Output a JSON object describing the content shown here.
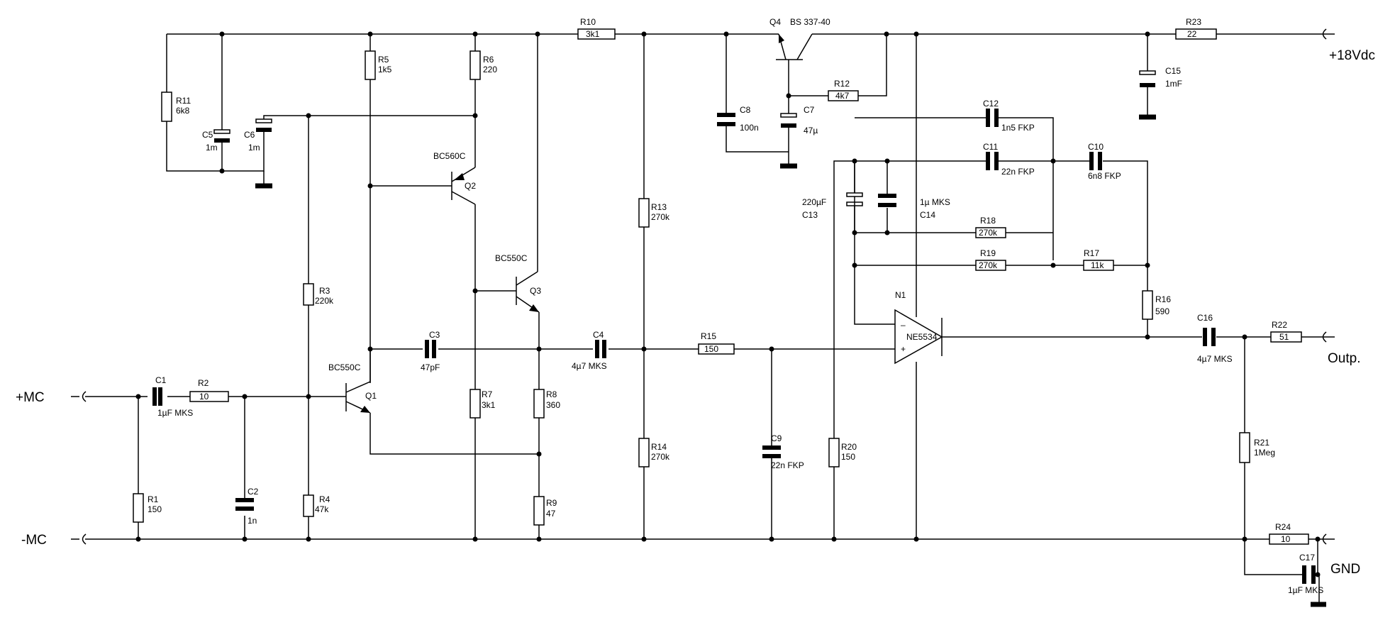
{
  "terminals": {
    "plus_mc": "+MC",
    "minus_mc": "-MC",
    "supply": "+18Vdc",
    "output": "Outp.",
    "gnd": "GND"
  },
  "components": {
    "R1": {
      "ref": "R1",
      "value": "150"
    },
    "R2": {
      "ref": "R2",
      "value": "10"
    },
    "R3": {
      "ref": "R3",
      "value": "220k"
    },
    "R4": {
      "ref": "R4",
      "value": "47k"
    },
    "R5": {
      "ref": "R5",
      "value": "1k5"
    },
    "R6": {
      "ref": "R6",
      "value": "220"
    },
    "R7": {
      "ref": "R7",
      "value": "3k1"
    },
    "R8": {
      "ref": "R8",
      "value": "360"
    },
    "R9": {
      "ref": "R9",
      "value": "47"
    },
    "R10": {
      "ref": "R10",
      "value": "3k1"
    },
    "R11": {
      "ref": "R11",
      "value": "6k8"
    },
    "R12": {
      "ref": "R12",
      "value": "4k7"
    },
    "R13": {
      "ref": "R13",
      "value": "270k"
    },
    "R14": {
      "ref": "R14",
      "value": "270k"
    },
    "R15": {
      "ref": "R15",
      "value": "150"
    },
    "R16": {
      "ref": "R16",
      "value": "590"
    },
    "R17": {
      "ref": "R17",
      "value": "11k"
    },
    "R18": {
      "ref": "R18",
      "value": "270k"
    },
    "R19": {
      "ref": "R19",
      "value": "270k"
    },
    "R20": {
      "ref": "R20",
      "value": "150"
    },
    "R21": {
      "ref": "R21",
      "value": "1Meg"
    },
    "R22": {
      "ref": "R22",
      "value": "51"
    },
    "R23": {
      "ref": "R23",
      "value": "22"
    },
    "R24": {
      "ref": "R24",
      "value": "10"
    },
    "C1": {
      "ref": "C1",
      "value": "1µF MKS"
    },
    "C2": {
      "ref": "C2",
      "value": "1n"
    },
    "C3": {
      "ref": "C3",
      "value": "47pF"
    },
    "C4": {
      "ref": "C4",
      "value": "4µ7 MKS"
    },
    "C5": {
      "ref": "C5",
      "value": "1m"
    },
    "C6": {
      "ref": "C6",
      "value": "1m"
    },
    "C7": {
      "ref": "C7",
      "value": "47µ"
    },
    "C8": {
      "ref": "C8",
      "value": "100n"
    },
    "C9": {
      "ref": "C9",
      "value": "22n FKP"
    },
    "C10": {
      "ref": "C10",
      "value": "6n8 FKP"
    },
    "C11": {
      "ref": "C11",
      "value": "22n FKP"
    },
    "C12": {
      "ref": "C12",
      "value": "1n5 FKP"
    },
    "C13": {
      "ref": "C13",
      "value": "220µF"
    },
    "C14": {
      "ref": "C14",
      "value": "1µ MKS"
    },
    "C15": {
      "ref": "C15",
      "value": "1mF"
    },
    "C16": {
      "ref": "C16",
      "value": "4µ7 MKS"
    },
    "C17": {
      "ref": "C17",
      "value": "1µF MKS"
    },
    "Q1": {
      "ref": "Q1",
      "type": "BC550C"
    },
    "Q2": {
      "ref": "Q2",
      "type": "BC560C"
    },
    "Q3": {
      "ref": "Q3",
      "type": "BC550C"
    },
    "Q4": {
      "ref": "Q4",
      "type": "BS 337-40"
    },
    "N1": {
      "ref": "N1",
      "type": "NE5534"
    }
  },
  "opamp_pins": {
    "minus": "–",
    "plus": "+"
  }
}
